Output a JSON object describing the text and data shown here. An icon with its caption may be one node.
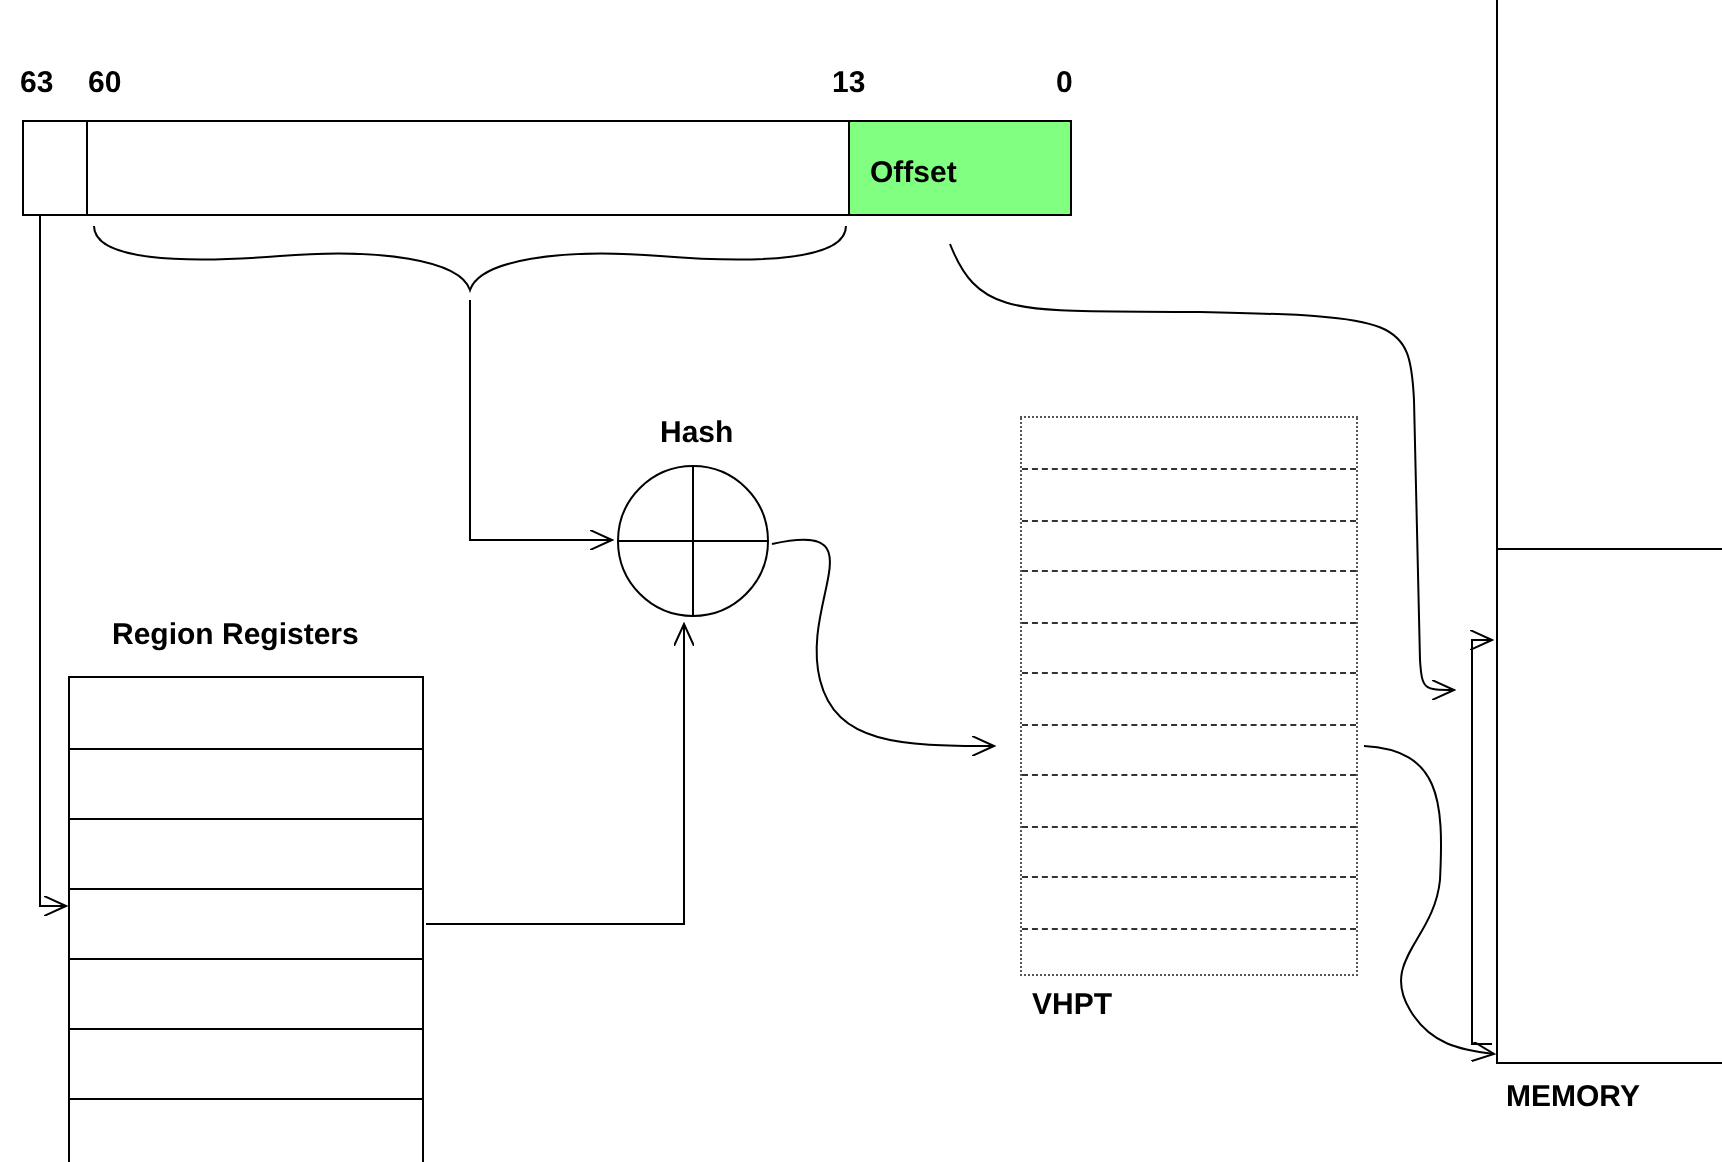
{
  "diagram": {
    "nodes": [
      {
        "text": [],
        "shape": "box"
      },
      {
        "text": [],
        "shape": "box"
      },
      {
        "text": [
          "Offset"
        ]
      },
      {
        "text": [
          "Region Registers"
        ]
      },
      {
        "text": [
          "Hash"
        ]
      },
      {
        "text": [
          "VHPT"
        ]
      },
      {
        "text": [
          "MEMORY"
        ]
      }
    ],
    "edges": [
      {
        "from": 0,
        "to": 3,
        "arrow": "to"
      },
      {
        "from": 1,
        "to": 4,
        "arrow": "to"
      },
      {
        "from": 3,
        "to": 4,
        "arrow": "to"
      },
      {
        "from": 4,
        "to": 5,
        "arrow": "to"
      },
      {
        "from": 2,
        "to": 6,
        "arrow": "to"
      },
      {
        "from": 5,
        "to": 6,
        "arrow": "to"
      }
    ],
    "labels": [
      "63",
      "60",
      "13",
      "0"
    ]
  }
}
